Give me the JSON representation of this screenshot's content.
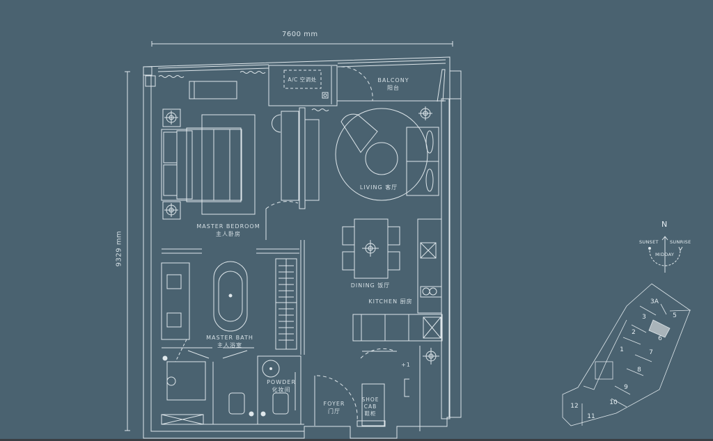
{
  "dimensions": {
    "width": "7600 mm",
    "height": "9329 mm"
  },
  "rooms": {
    "ac": "A/C 空调处",
    "balcony_en": "BALCONY",
    "balcony_cn": "阳台",
    "living": "LIVING 客厅",
    "master_bedroom_en": "MASTER BEDROOM",
    "master_bedroom_cn": "主人卧房",
    "dining": "DINING 饭厅",
    "kitchen": "KITCHEN 厨房",
    "master_bath_en": "MASTER BATH",
    "master_bath_cn": "主人浴室",
    "powder_en": "POWDER",
    "powder_cn": "化妆间",
    "foyer_en": "FOYER",
    "foyer_cn": "门厅",
    "shoe_cab_1": "SHOE",
    "shoe_cab_2": "CAB",
    "shoe_cab_cn": "鞋柜",
    "step_marker": "+1"
  },
  "compass": {
    "north": "N",
    "sunset": "SUNSET",
    "sunrise": "SUNRISE",
    "midday": "MIDDAY"
  },
  "keyplan": {
    "units": [
      "3A",
      "3",
      "5",
      "2",
      "6",
      "1",
      "7",
      "8",
      "9",
      "10",
      "12",
      "11"
    ],
    "highlighted": "6"
  },
  "colors": {
    "background": "#4a6270",
    "line": "#dfe7eb",
    "highlight": "#a9b4ba"
  }
}
